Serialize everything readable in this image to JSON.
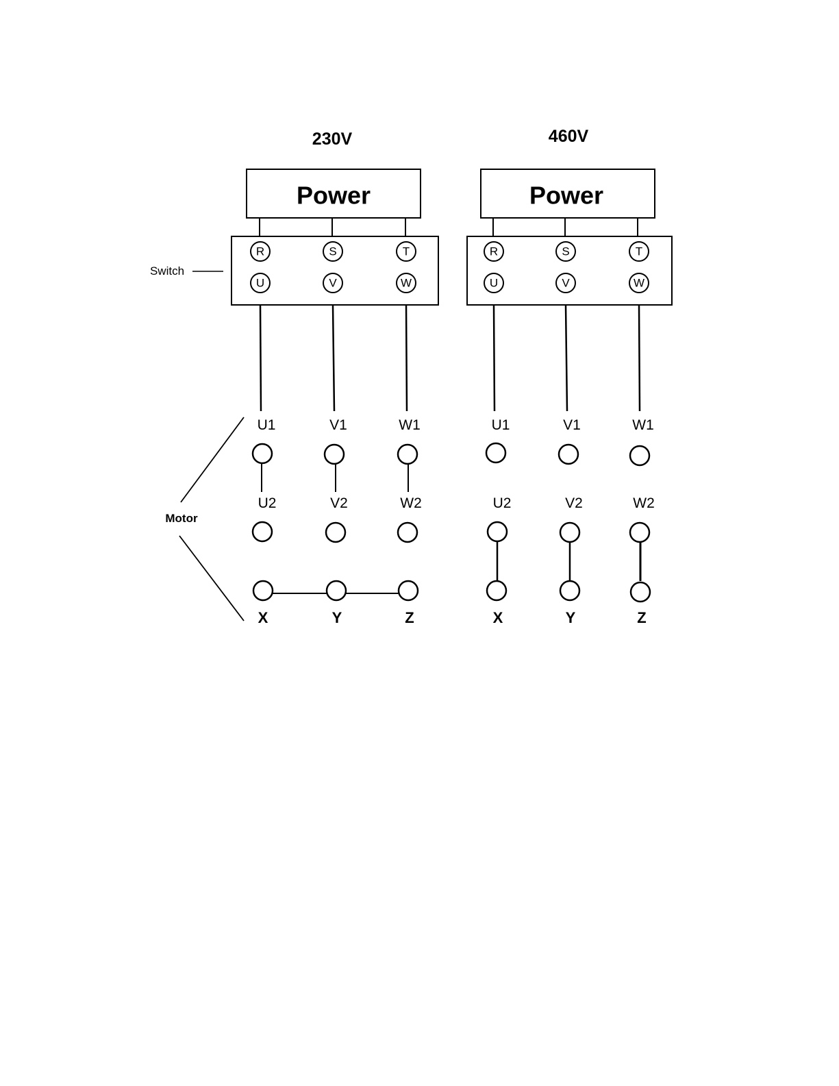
{
  "labels": {
    "switch": "Switch",
    "motor": "Motor"
  },
  "diagrams": [
    {
      "id": "left",
      "voltage": "230V",
      "power_label": "Power",
      "switch_top": [
        "R",
        "S",
        "T"
      ],
      "switch_bottom": [
        "U",
        "V",
        "W"
      ],
      "terminals_row1": [
        "U1",
        "V1",
        "W1"
      ],
      "terminals_row2": [
        "U2",
        "V2",
        "W2"
      ],
      "terminals_row3": [
        "X",
        "Y",
        "Z"
      ],
      "row1_row2_linked": true,
      "row2_row3_linked": false,
      "row3_horizontal_bridge": true
    },
    {
      "id": "right",
      "voltage": "460V",
      "power_label": "Power",
      "switch_top": [
        "R",
        "S",
        "T"
      ],
      "switch_bottom": [
        "U",
        "V",
        "W"
      ],
      "terminals_row1": [
        "U1",
        "V1",
        "W1"
      ],
      "terminals_row2": [
        "U2",
        "V2",
        "W2"
      ],
      "terminals_row3": [
        "X",
        "Y",
        "Z"
      ],
      "row1_row2_linked": false,
      "row2_row3_linked": true,
      "row3_horizontal_bridge": false
    }
  ]
}
